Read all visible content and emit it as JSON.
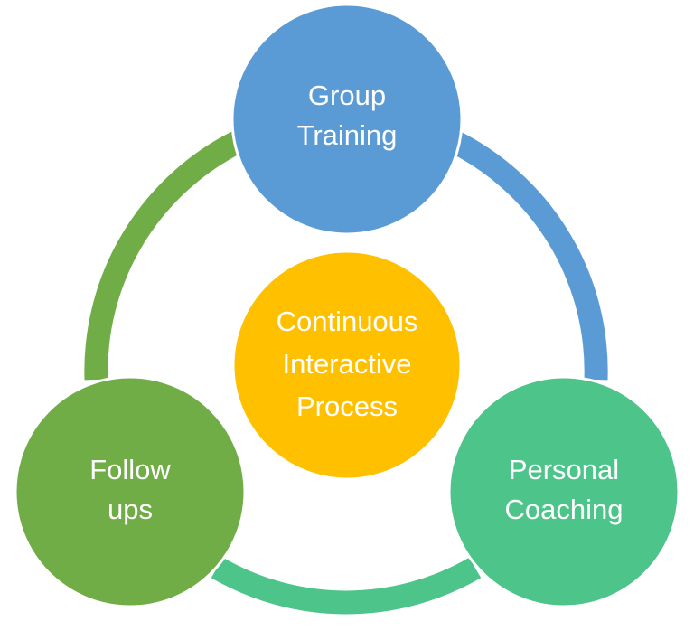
{
  "diagram": {
    "center": {
      "lines": [
        "Continuous",
        "Interactive",
        "Process"
      ],
      "color": "#FFC000"
    },
    "nodes": [
      {
        "id": "group-training",
        "lines": [
          "Group",
          "Training"
        ],
        "color": "#5B9BD5",
        "ring_color": "#5B9BD5"
      },
      {
        "id": "personal-coaching",
        "lines": [
          "Personal",
          "Coaching"
        ],
        "color": "#4DC48A",
        "ring_color": "#4DC48A"
      },
      {
        "id": "follow-ups",
        "lines": [
          "Follow",
          "ups"
        ],
        "color": "#70AD47",
        "ring_color": "#70AD47"
      }
    ]
  }
}
